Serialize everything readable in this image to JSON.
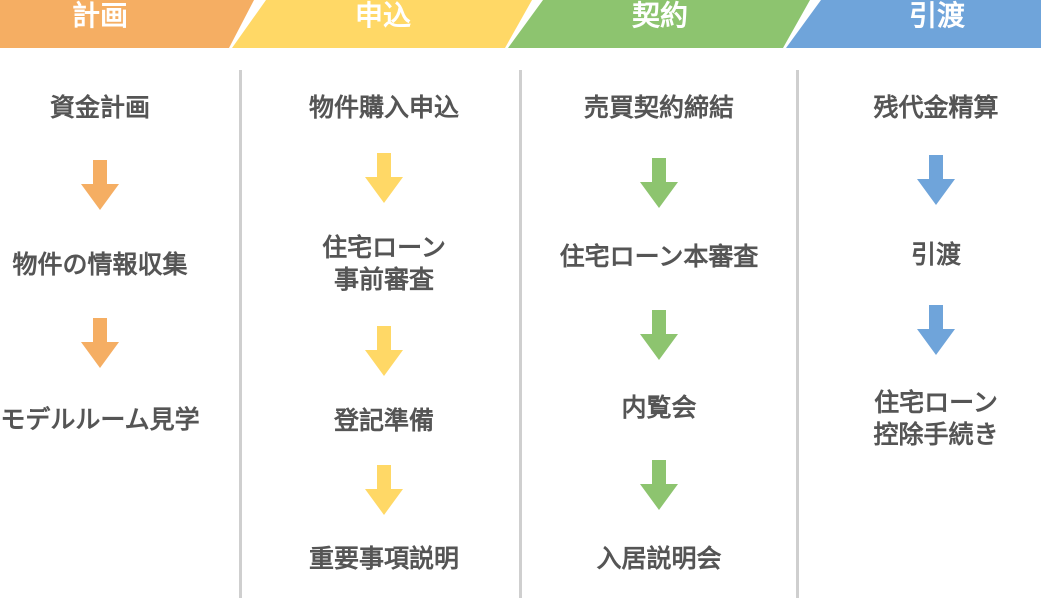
{
  "colors": {
    "plan": "#F5AE63",
    "apply": "#FFD866",
    "contract": "#8DC46F",
    "handover": "#6FA4DA",
    "text": "#555555",
    "divider": "#cfcfcf"
  },
  "phases": [
    {
      "title": "計画",
      "steps": [
        {
          "lines": [
            "資金計画"
          ]
        },
        {
          "lines": [
            "物件の情報収集"
          ]
        },
        {
          "lines": [
            "モデルルーム見学"
          ]
        }
      ]
    },
    {
      "title": "申込",
      "steps": [
        {
          "lines": [
            "物件購入申込"
          ]
        },
        {
          "lines": [
            "住宅ローン",
            "事前審査"
          ]
        },
        {
          "lines": [
            "登記準備"
          ]
        },
        {
          "lines": [
            "重要事項説明"
          ]
        }
      ]
    },
    {
      "title": "契約",
      "steps": [
        {
          "lines": [
            "売買契約締結"
          ]
        },
        {
          "lines": [
            "住宅ローン本審査"
          ]
        },
        {
          "lines": [
            "内覧会"
          ]
        },
        {
          "lines": [
            "入居説明会"
          ]
        }
      ]
    },
    {
      "title": "引渡",
      "steps": [
        {
          "lines": [
            "残代金精算"
          ]
        },
        {
          "lines": [
            "引渡"
          ]
        },
        {
          "lines": [
            "住宅ローン",
            "控除手続き"
          ]
        }
      ]
    }
  ]
}
